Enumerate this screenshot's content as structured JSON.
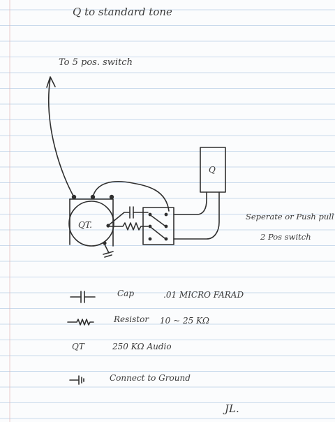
{
  "title": "Q  to  standard  tone",
  "arrow_label": "To 5 pos. switch",
  "pot_label": "QT.",
  "q_box_label": "Q",
  "switch_note": {
    "line1": "Seperate or Push pull",
    "line2": "2 Pos switch"
  },
  "legend": [
    {
      "symbol": "capacitor-symbol",
      "name": "Cap",
      "value": ".01 MICRO FARAD"
    },
    {
      "symbol": "resistor-symbol",
      "name": "Resistor",
      "value": "10 ~ 25 KΩ"
    },
    {
      "symbol": "qt-symbol",
      "name": "QT",
      "value": "250 KΩ Audio"
    },
    {
      "symbol": "ground-symbol",
      "name": "Connect to Ground",
      "value": ""
    }
  ],
  "signature": "JL.",
  "colors": {
    "paper": "#fbfcfd",
    "rule": "#b9cfe6",
    "margin": "#e3b6b6",
    "ink": "#2f2f2f"
  }
}
